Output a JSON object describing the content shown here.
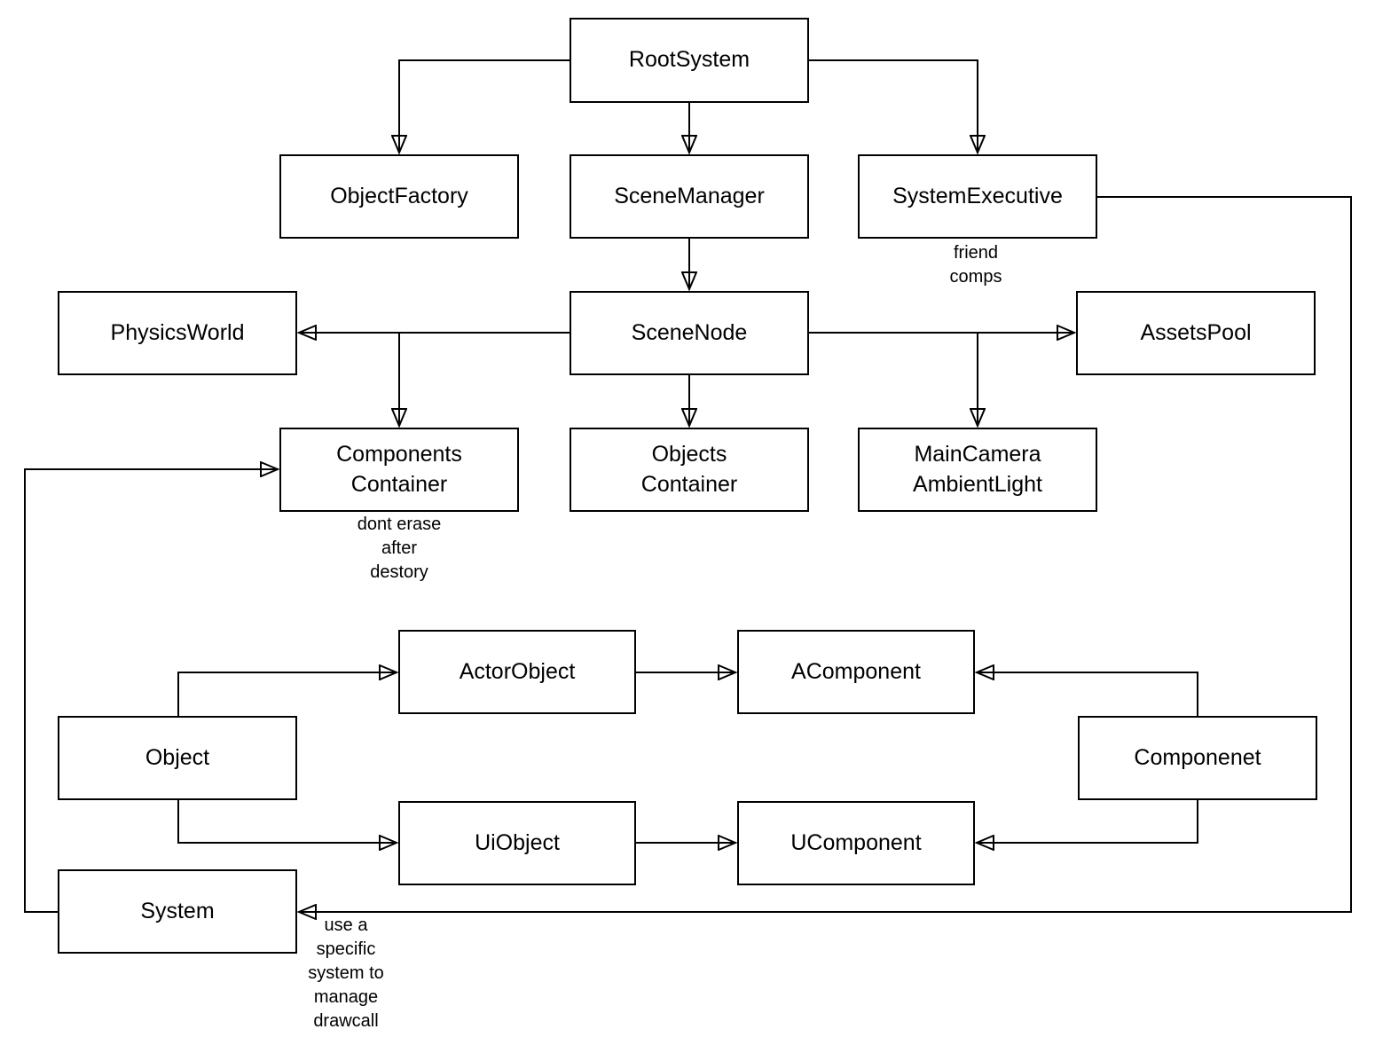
{
  "diagram": {
    "background_color": "#ffffff",
    "node_fill_color": "#ffffff",
    "line_color": "#000000",
    "nodes": [
      {
        "id": "root-system",
        "label": "RootSystem"
      },
      {
        "id": "object-factory",
        "label": "ObjectFactory"
      },
      {
        "id": "scene-manager",
        "label": "SceneManager"
      },
      {
        "id": "system-executive",
        "label": "SystemExecutive"
      },
      {
        "id": "physics-world",
        "label": "PhysicsWorld"
      },
      {
        "id": "scene-node",
        "label": "SceneNode"
      },
      {
        "id": "assets-pool",
        "label": "AssetsPool"
      },
      {
        "id": "components-container",
        "label": "Components\nContainer"
      },
      {
        "id": "objects-container",
        "label": "Objects\nContainer"
      },
      {
        "id": "main-camera-ambient-light",
        "label": "MainCamera\nAmbientLight"
      },
      {
        "id": "actor-object",
        "label": "ActorObject"
      },
      {
        "id": "a-component",
        "label": "AComponent"
      },
      {
        "id": "object",
        "label": "Object"
      },
      {
        "id": "componenet",
        "label": "Componenet"
      },
      {
        "id": "ui-object",
        "label": "UiObject"
      },
      {
        "id": "u-component",
        "label": "UComponent"
      },
      {
        "id": "system",
        "label": "System"
      }
    ],
    "annotations": [
      {
        "id": "friend-comps",
        "text": "friend\ncomps"
      },
      {
        "id": "dont-erase",
        "text": "dont erase\nafter\ndestory"
      },
      {
        "id": "use-specific",
        "text": "use a\nspecific\nsystem to\nmanage\ndrawcall"
      }
    ],
    "edges": [
      {
        "from": "root-system",
        "to": "object-factory"
      },
      {
        "from": "root-system",
        "to": "scene-manager"
      },
      {
        "from": "root-system",
        "to": "system-executive"
      },
      {
        "from": "scene-manager",
        "to": "scene-node"
      },
      {
        "from": "scene-node",
        "to": "physics-world"
      },
      {
        "from": "scene-node",
        "to": "components-container"
      },
      {
        "from": "scene-node",
        "to": "objects-container"
      },
      {
        "from": "scene-node",
        "to": "main-camera-ambient-light"
      },
      {
        "from": "scene-node",
        "to": "assets-pool"
      },
      {
        "from": "system-executive",
        "to": "system"
      },
      {
        "from": "system",
        "to": "components-container"
      },
      {
        "from": "object",
        "to": "actor-object"
      },
      {
        "from": "object",
        "to": "ui-object"
      },
      {
        "from": "actor-object",
        "to": "a-component"
      },
      {
        "from": "ui-object",
        "to": "u-component"
      },
      {
        "from": "componenet",
        "to": "a-component"
      },
      {
        "from": "componenet",
        "to": "u-component"
      }
    ]
  }
}
